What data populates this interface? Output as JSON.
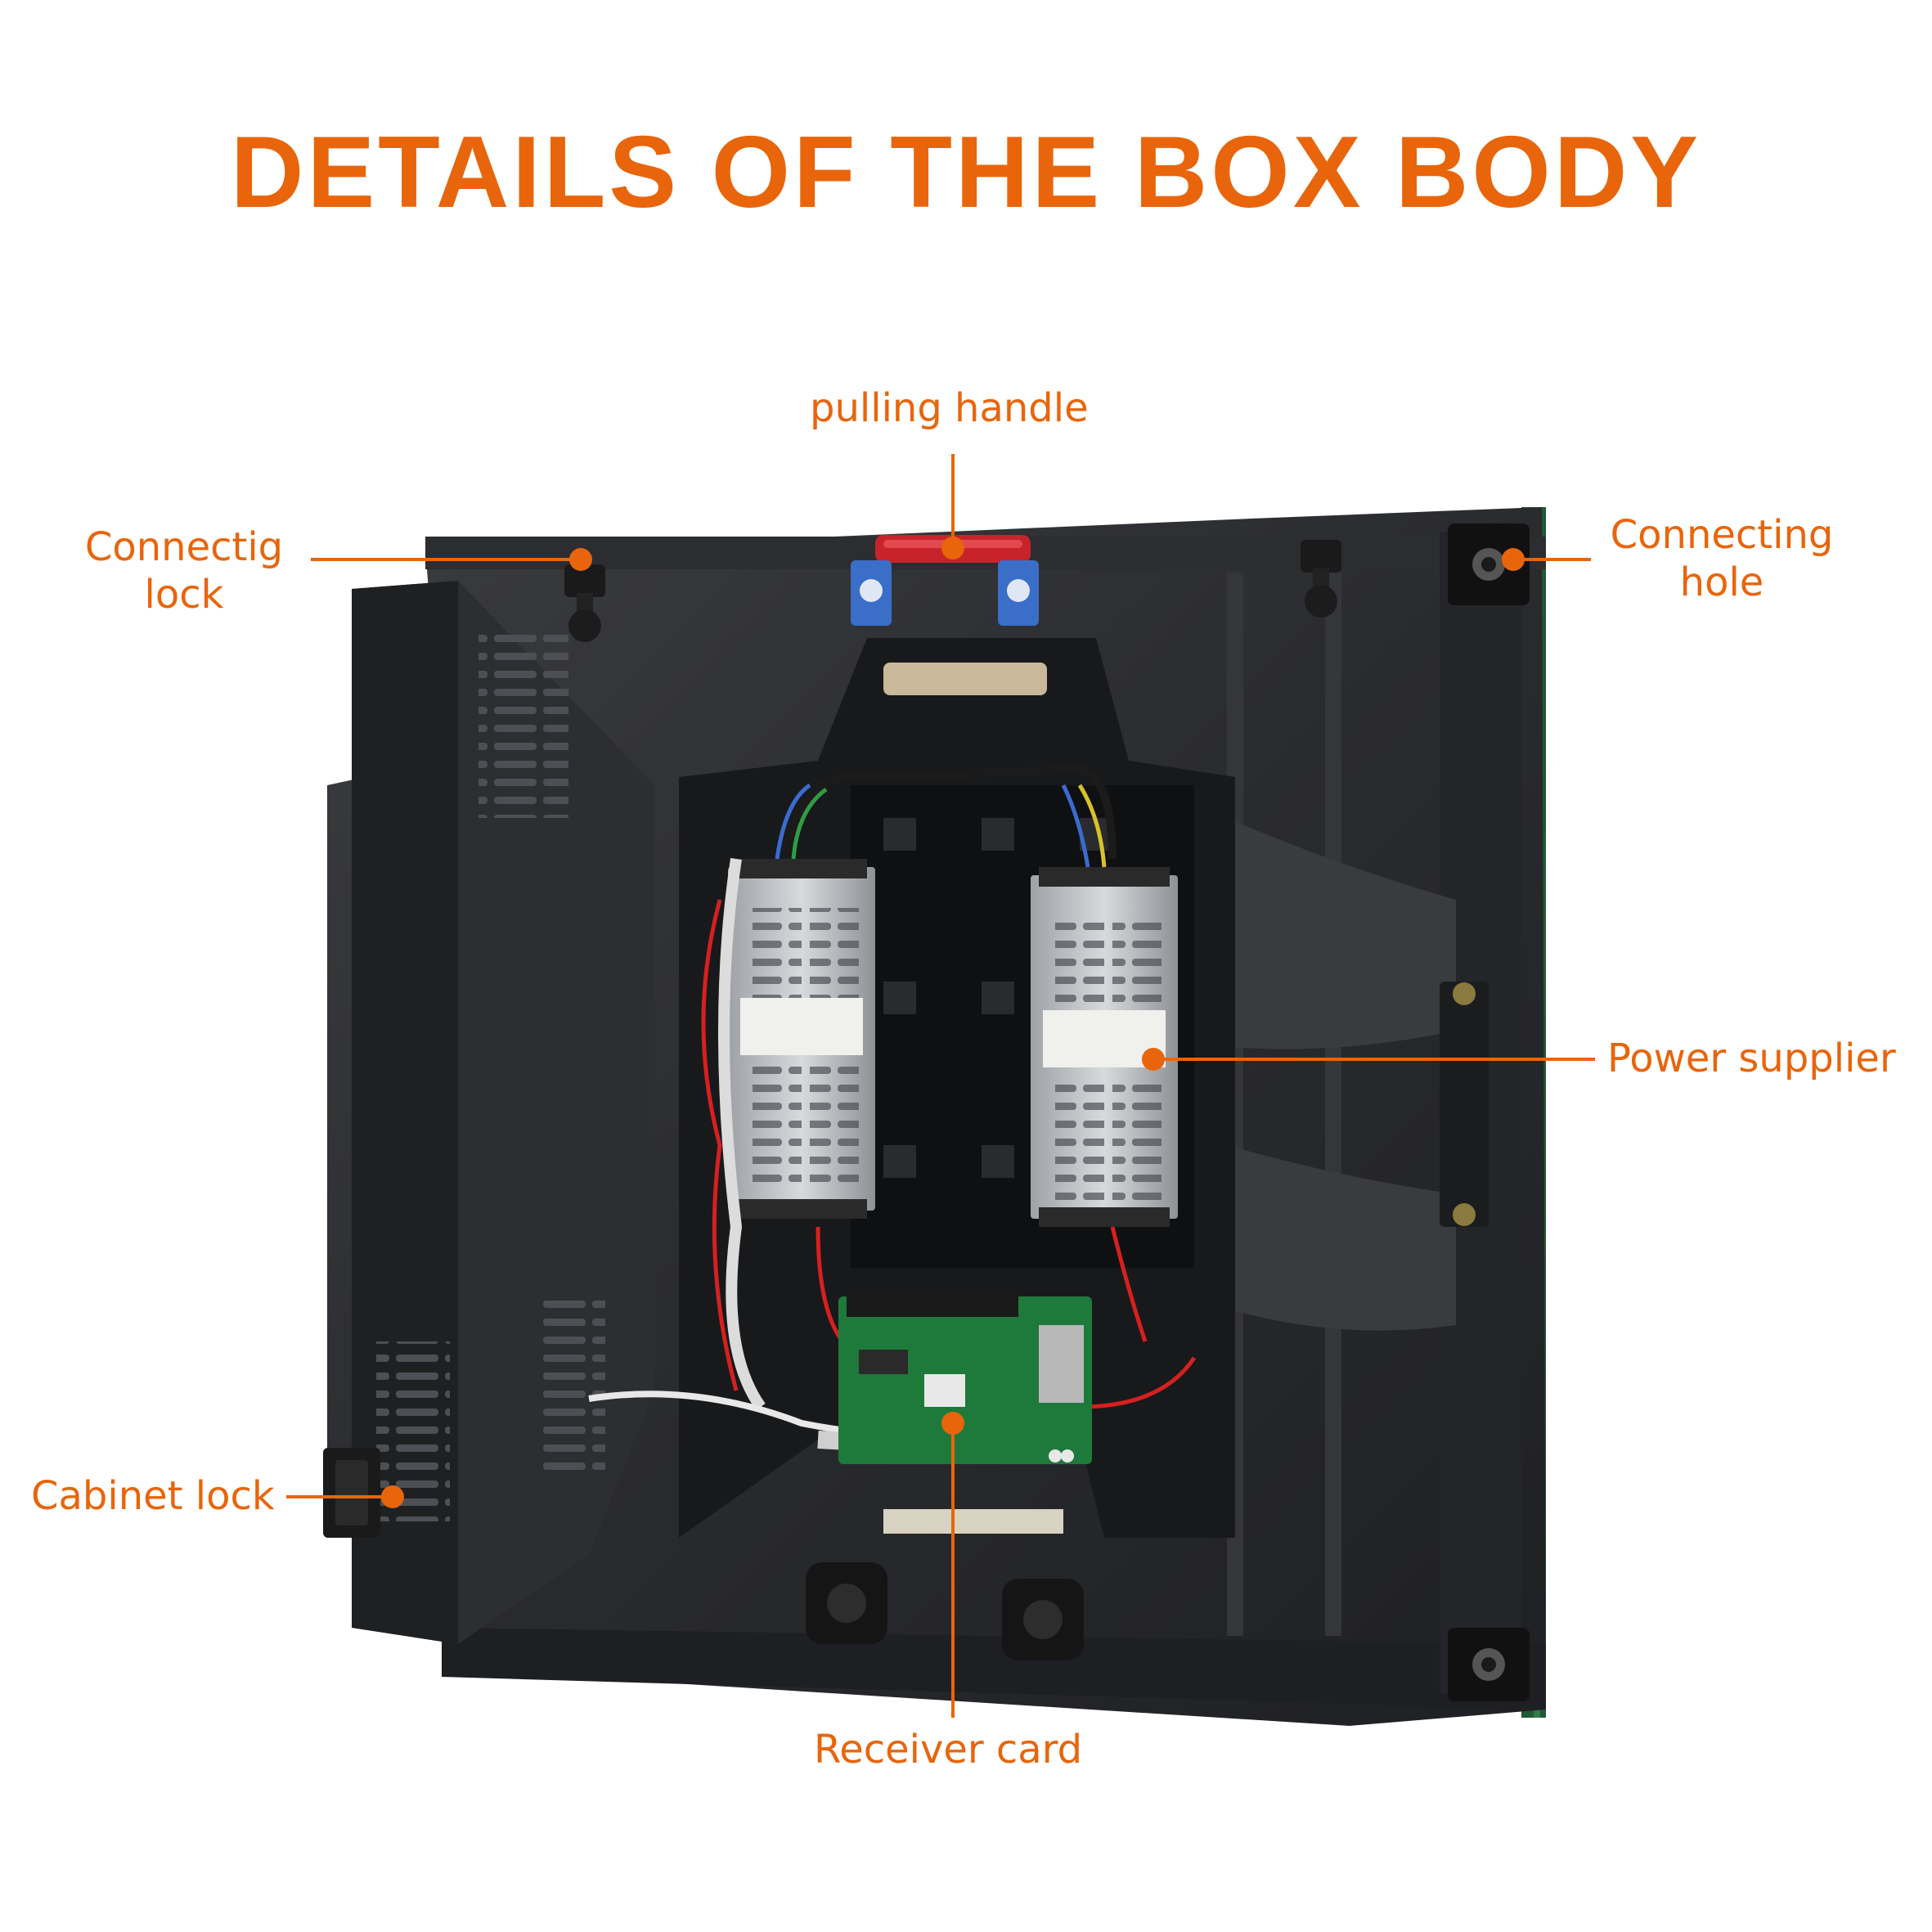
{
  "title": "DETAILS OF THE BOX BODY",
  "accent_color": "#e8650c",
  "labels": {
    "pulling_handle": "pulling handle",
    "connecting_lock_line1": "Connectig",
    "connecting_lock_line2": "lock",
    "connecting_hole_line1": "Connecting",
    "connecting_hole_line2": "hole",
    "power_supplier": "Power supplier",
    "cabinet_lock": "Cabinet lock",
    "receiver_card": "Receiver card"
  }
}
